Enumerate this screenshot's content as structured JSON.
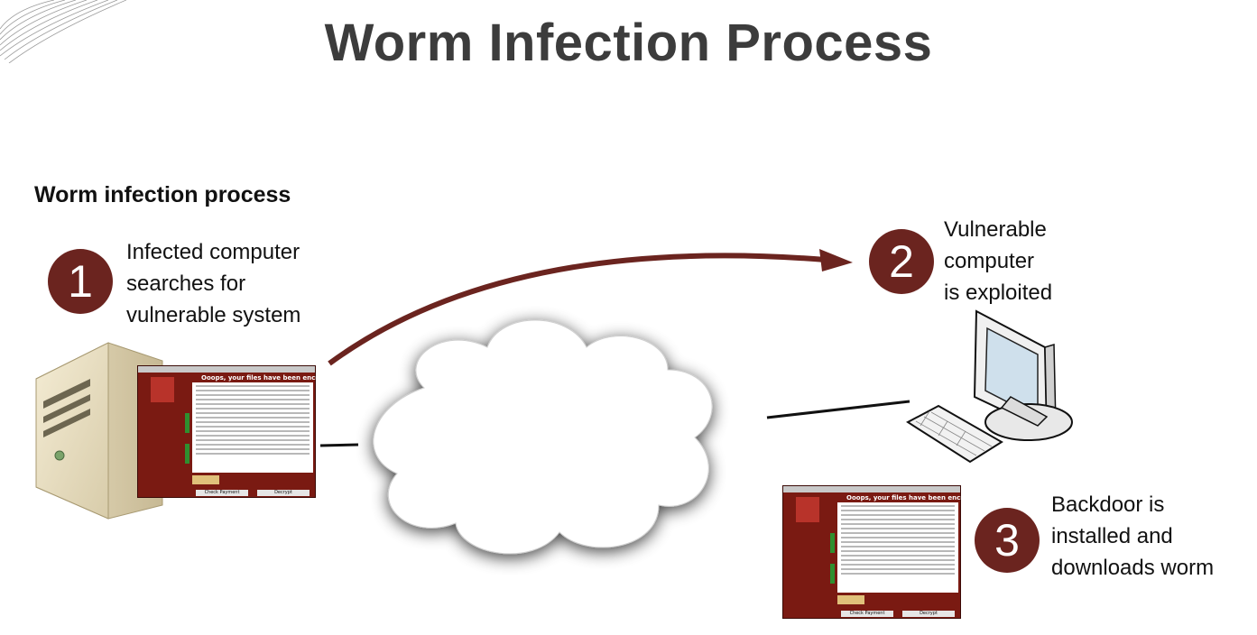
{
  "title": "Worm Infection Process",
  "subtitle": "Worm infection process",
  "accent_color": "#6b241f",
  "steps": [
    {
      "number": "1",
      "text": "Infected computer\nsearches for\nvulnerable system"
    },
    {
      "number": "2",
      "text": "Vulnerable\ncomputer\nis exploited"
    },
    {
      "number": "3",
      "text": "Backdoor is\ninstalled and\ndownloads worm"
    }
  ],
  "icons": {
    "server": "server-icon",
    "cloud": "cloud-icon",
    "desktop": "desktop-computer-icon",
    "ransom": "ransomware-window-icon"
  },
  "ransom_window": {
    "header": "Ooops, your files have been encrypted!",
    "check_button": "Check Payment",
    "decrypt_button": "Decrypt"
  }
}
